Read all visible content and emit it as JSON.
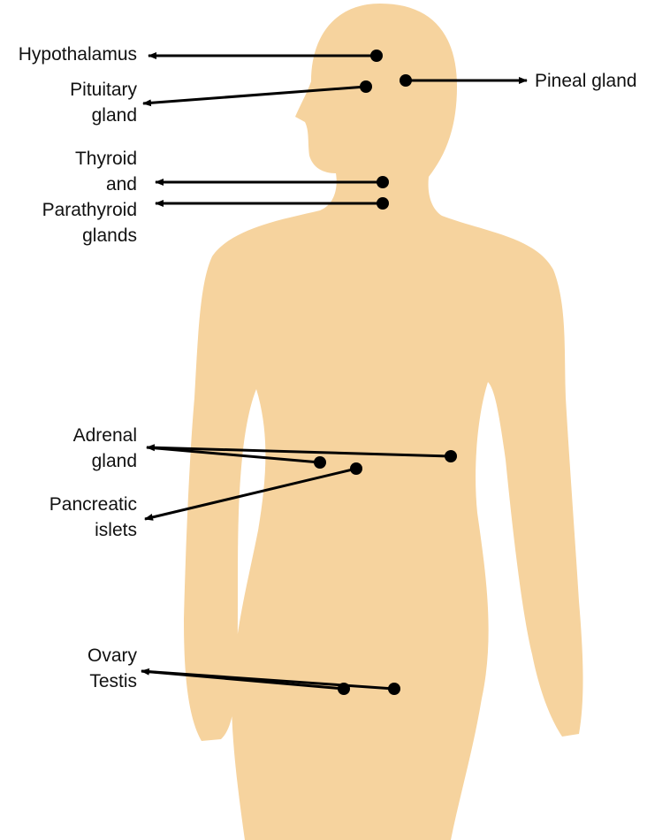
{
  "colors": {
    "body": "#f6d39e",
    "ink": "#000000"
  },
  "labels": {
    "hypothalamus": "Hypothalamus",
    "pituitary_1": "Pituitary",
    "pituitary_2": "gland",
    "pineal": "Pineal gland",
    "thyroid_1": "Thyroid",
    "thyroid_2": "and",
    "thyroid_3": "Parathyroid",
    "thyroid_4": "glands",
    "adrenal_1": "Adrenal",
    "adrenal_2": "gland",
    "pancreatic_1": "Pancreatic",
    "pancreatic_2": "islets",
    "ovary": "Ovary",
    "testis": "Testis"
  }
}
